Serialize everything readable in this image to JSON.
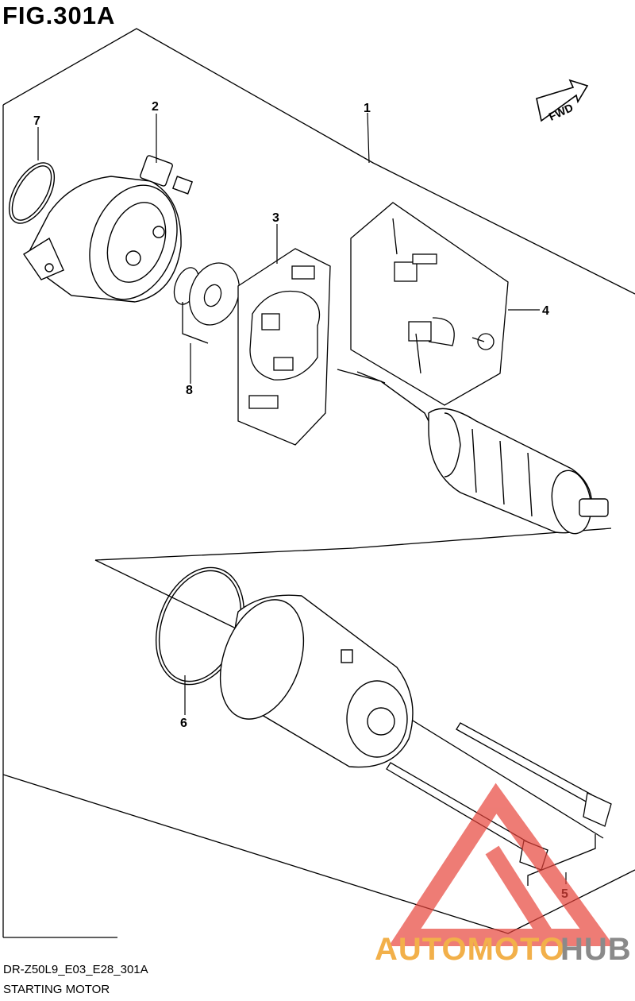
{
  "figure": {
    "title": "FIG.301A",
    "code": "DR-Z50L9_E03_E28_301A",
    "description": "STARTING MOTOR",
    "direction_badge": "FWD"
  },
  "callouts": [
    {
      "id": "1",
      "text": "1"
    },
    {
      "id": "2",
      "text": "2"
    },
    {
      "id": "3",
      "text": "3"
    },
    {
      "id": "4",
      "text": "4"
    },
    {
      "id": "5",
      "text": "5"
    },
    {
      "id": "6",
      "text": "6"
    },
    {
      "id": "7",
      "text": "7"
    },
    {
      "id": "8",
      "text": "8"
    }
  ],
  "watermark": {
    "part1": "AUTOMOTO",
    "part2": "HUB",
    "color1": "#f2b04a",
    "color2": "#8a8a8a",
    "logo_color": "#e8453c"
  }
}
